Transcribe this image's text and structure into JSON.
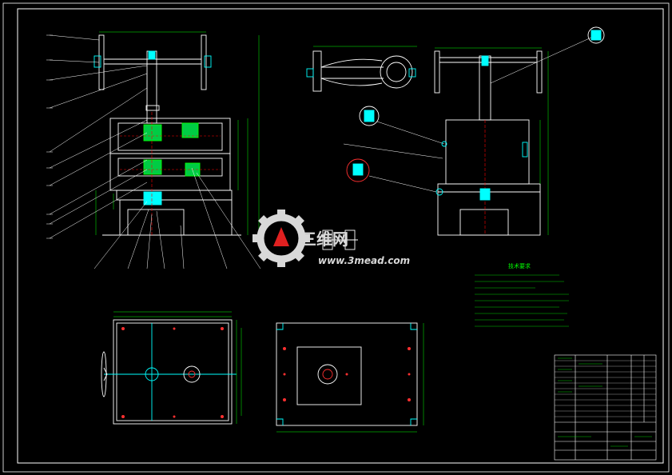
{
  "title_block": {
    "name_cells": [
      "",
      "",
      ""
    ],
    "rows": 12
  },
  "tech_requirements": {
    "title": "技术要求",
    "lines": [
      "1.",
      "2.",
      "",
      "3.",
      "",
      "4.",
      ""
    ]
  },
  "watermark": {
    "brand": "三维网",
    "url": "www.3mead.com"
  },
  "colors": {
    "background": "#000000",
    "lines": "#ffffff",
    "dims": "#00ff00",
    "hidden": "#ff0000",
    "accent": "#00ffff",
    "watermark_fill": "#d8d8d8",
    "watermark_red": "#e02020"
  }
}
